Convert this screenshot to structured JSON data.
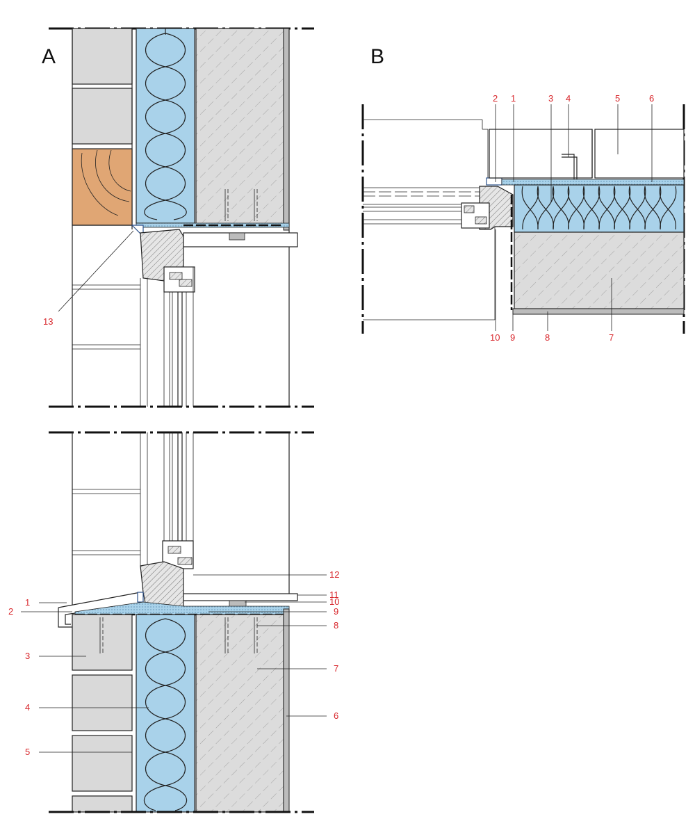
{
  "panels": {
    "a": {
      "letter": "A"
    },
    "b": {
      "letter": "B"
    }
  },
  "labels_a": [
    "1",
    "2",
    "3",
    "4",
    "5",
    "6",
    "7",
    "8",
    "9",
    "10",
    "11",
    "12",
    "13"
  ],
  "labels_b": [
    "1",
    "2",
    "3",
    "4",
    "5",
    "6",
    "7",
    "8",
    "9",
    "10"
  ],
  "colors": {
    "insulation": "#a9d2ea",
    "brick": "#d9d9d9",
    "timber": "#e0a674",
    "concrete": "#dcdcdc",
    "label": "#d8262b"
  }
}
